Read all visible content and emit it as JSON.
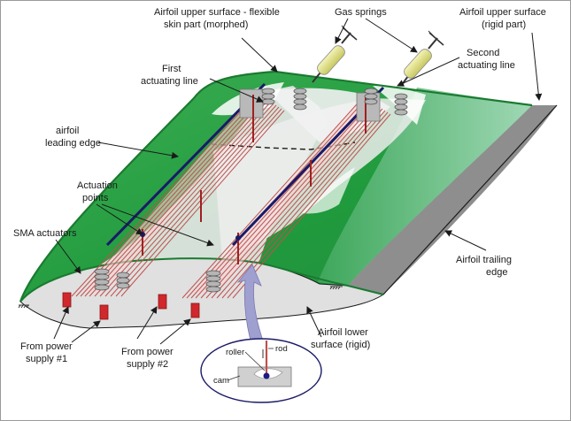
{
  "labels": {
    "upper_flex": [
      "Airfoil upper surface - flexible",
      "skin part (morphed)"
    ],
    "gas_springs": "Gas springs",
    "upper_rigid": [
      "Airfoil upper surface",
      "(rigid part)"
    ],
    "first_line": [
      "First",
      "actuating line"
    ],
    "second_line": [
      "Second",
      "actuating line"
    ],
    "leading_edge": [
      "airfoil",
      "leading edge"
    ],
    "actuation_points": [
      "Actuation",
      "points"
    ],
    "sma": "SMA actuators",
    "trailing_edge": [
      "Airfoil trailing",
      "edge"
    ],
    "lower": [
      "Airfoil lower",
      "surface (rigid)"
    ],
    "supply1": [
      "From power",
      "supply #1"
    ],
    "supply2": [
      "From power",
      "supply #2"
    ],
    "roller": "roller",
    "rod": "rod",
    "cam": "cam"
  },
  "colors": {
    "skin_green": "#1f9a3c",
    "rigid_green": "#7fc9a0",
    "trailing_gray": "#8e8e8e",
    "sma_wire": "#c0504d",
    "rod_navy": "#1a1a66",
    "spring_yellow": "#e8e88a",
    "actuator_red": "#d0282d",
    "arrow_lavender": "#9f9fd0"
  }
}
